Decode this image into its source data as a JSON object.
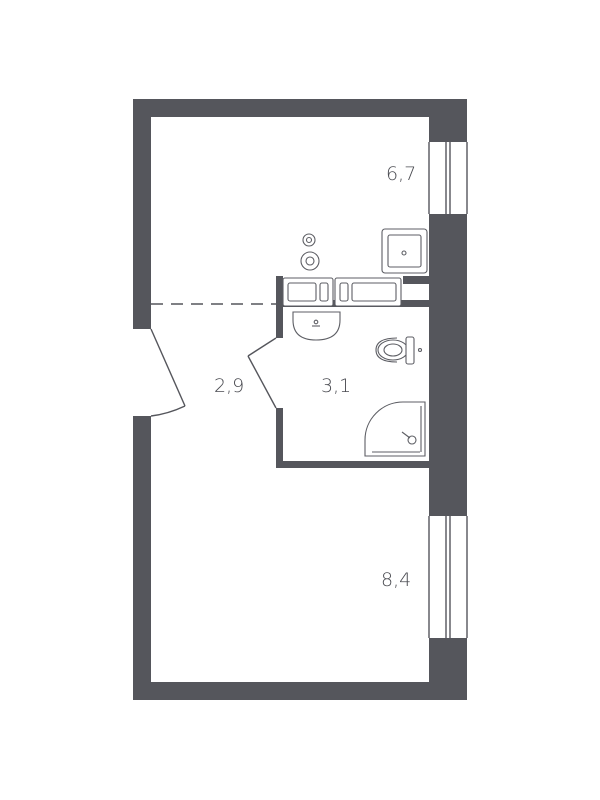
{
  "colors": {
    "wall": "#55565c",
    "fixture_stroke": "#5d5e64",
    "label": "#4a4b51",
    "background": "#ffffff"
  },
  "rooms": [
    {
      "id": "kitchen",
      "area": "6,7"
    },
    {
      "id": "hallway",
      "area": "2,9"
    },
    {
      "id": "bathroom",
      "area": "3,1"
    },
    {
      "id": "living",
      "area": "8,4"
    }
  ]
}
